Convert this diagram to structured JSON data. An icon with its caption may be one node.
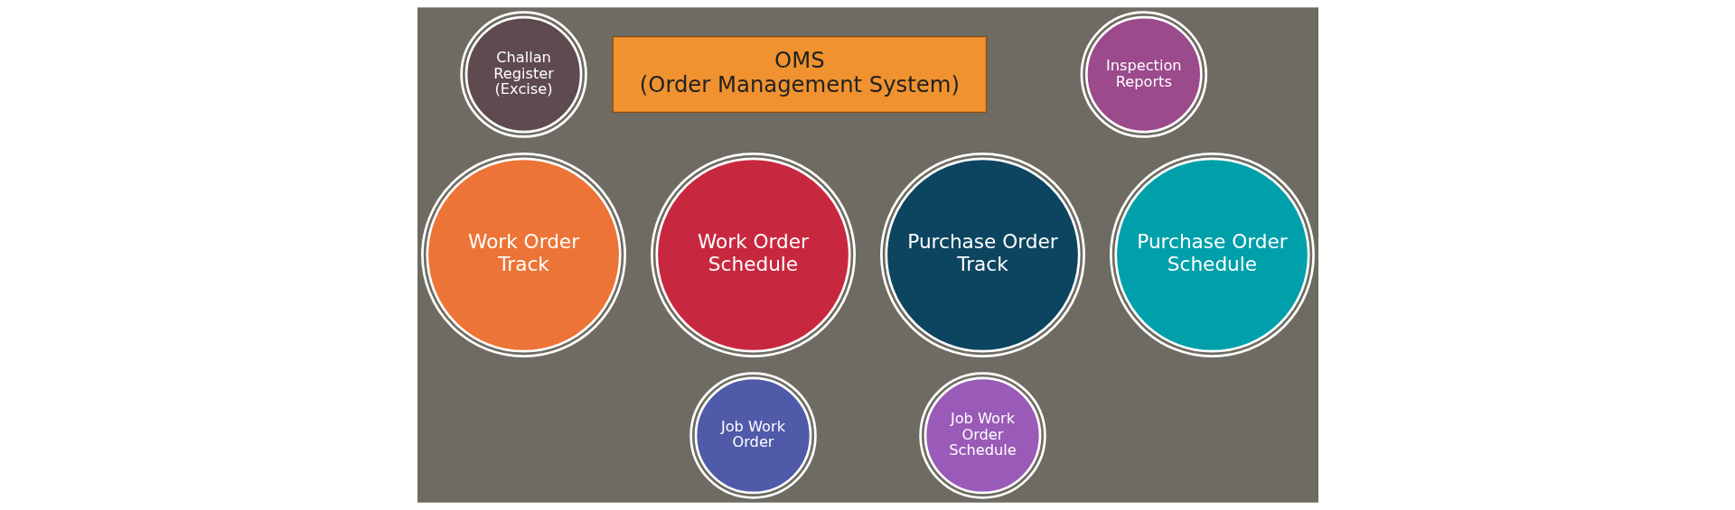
{
  "diagram": {
    "nodes": [
      {
        "text": [
          "Challan Register (Excise)"
        ]
      },
      {
        "text": [
          "OMS",
          "(Order Management System)"
        ]
      },
      {
        "text": [
          "Inspection Reports"
        ]
      },
      {
        "text": [
          "Work Order Track"
        ]
      },
      {
        "text": [
          "Work Order Schedule"
        ]
      },
      {
        "text": [
          "Purchase Order Track"
        ]
      },
      {
        "text": [
          "Purchase Order Schedule"
        ]
      },
      {
        "text": [
          "Job Work Order"
        ]
      },
      {
        "text": [
          "Job Work Order Schedule"
        ]
      }
    ]
  }
}
